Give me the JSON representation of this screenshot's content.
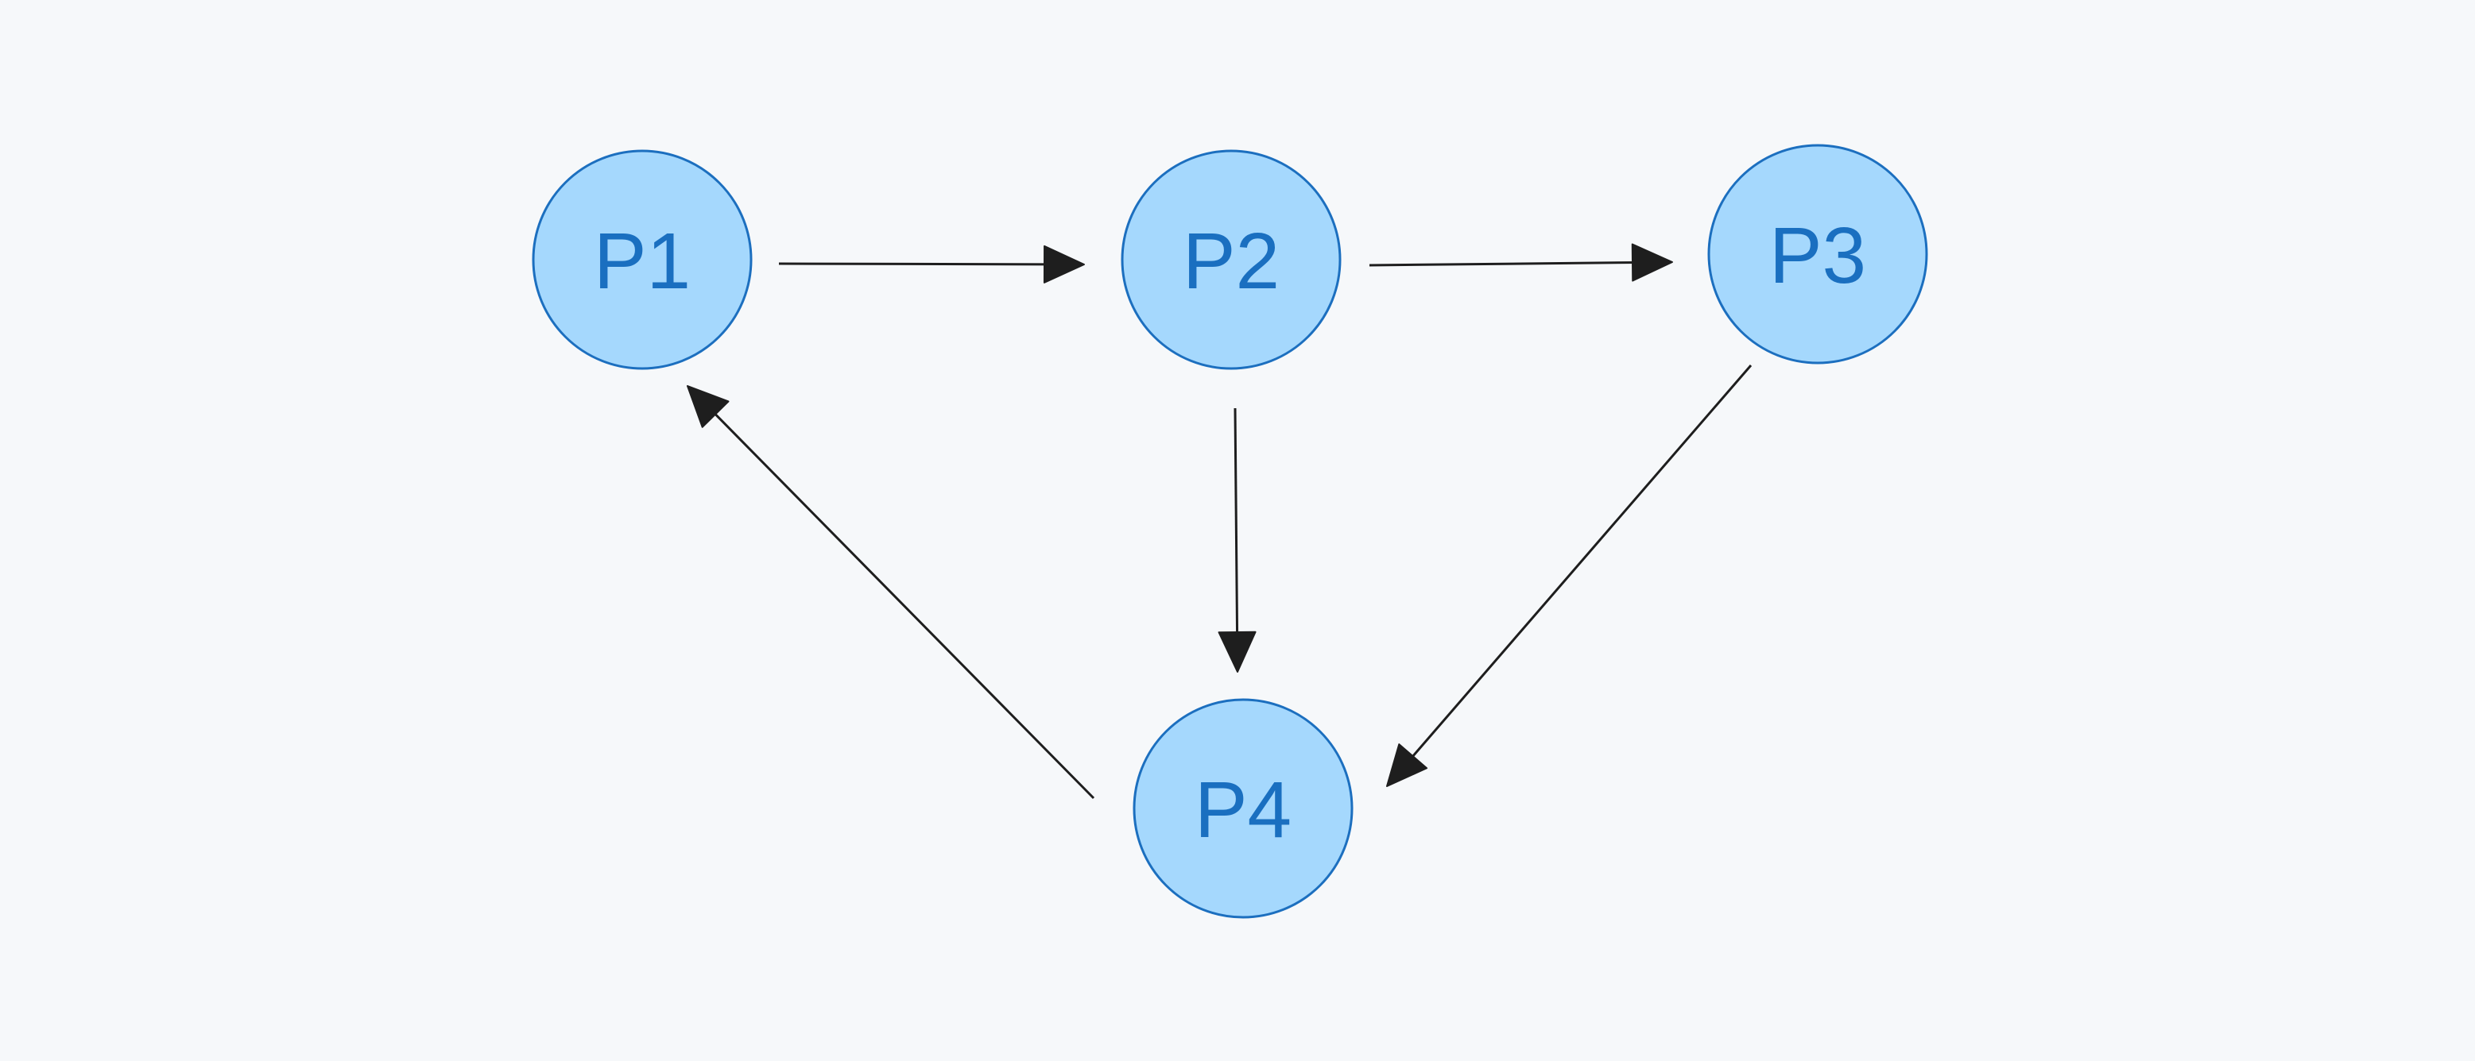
{
  "diagram": {
    "nodes": [
      {
        "id": "P1",
        "label": "P1"
      },
      {
        "id": "P2",
        "label": "P2"
      },
      {
        "id": "P3",
        "label": "P3"
      },
      {
        "id": "P4",
        "label": "P4"
      }
    ],
    "edges": [
      {
        "from": "P1",
        "to": "P2"
      },
      {
        "from": "P2",
        "to": "P3"
      },
      {
        "from": "P2",
        "to": "P4"
      },
      {
        "from": "P3",
        "to": "P4"
      },
      {
        "from": "P4",
        "to": "P1"
      }
    ],
    "colors": {
      "background": "#f6f8fa",
      "node_fill": "#a5d8fd",
      "node_stroke": "#1c6fbf",
      "node_text": "#1a6fc0",
      "edge": "#1e1e1e"
    }
  }
}
